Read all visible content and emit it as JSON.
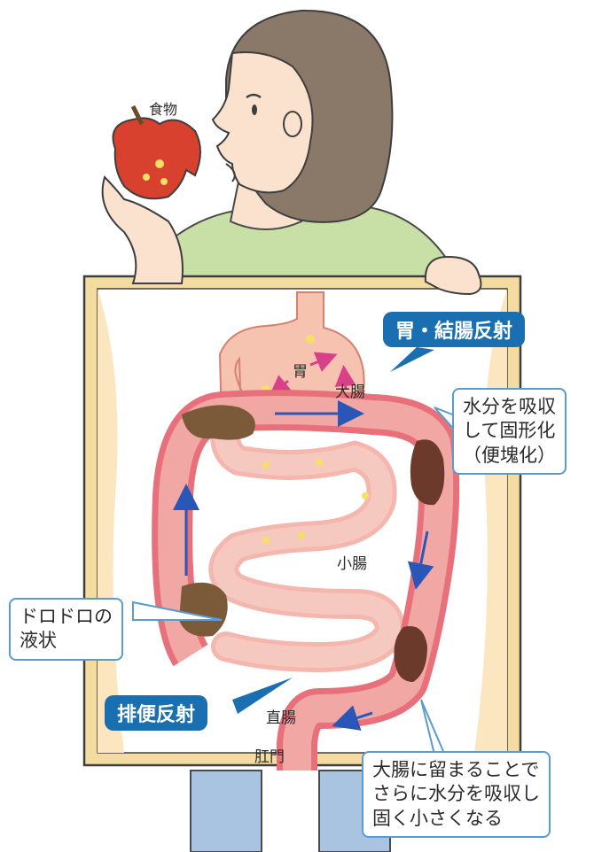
{
  "labels": {
    "food": "食物",
    "stomach": "胃",
    "large_intestine": "大腸",
    "small_intestine": "小腸",
    "rectum": "直腸",
    "anus": "肛門"
  },
  "callouts": {
    "gastrocolic_reflex": "胃・結腸反射",
    "defecation_reflex": "排便反射",
    "water_absorption": [
      "水分を吸収",
      "して固形化",
      "（便塊化）"
    ],
    "liquid_state": [
      "ドロドロの",
      "液状"
    ],
    "stays_in_colon": [
      "大腸に留まることで",
      "さらに水分を吸収し",
      "固く小さくなる"
    ]
  },
  "colors": {
    "skin": "#fbe2cf",
    "hair": "#8a7868",
    "shirt": "#c8dfa6",
    "frame": "#f4dca0",
    "colon": "#e7707a",
    "colon_light": "#f1a7a4",
    "stomach": "#f6c3b1",
    "stool": "#6b3a2a",
    "apple": "#d7412e",
    "arrow_blue": "#2a56b8",
    "arrow_pink": "#d9408a",
    "callout_dark": "#1a6fb0"
  }
}
